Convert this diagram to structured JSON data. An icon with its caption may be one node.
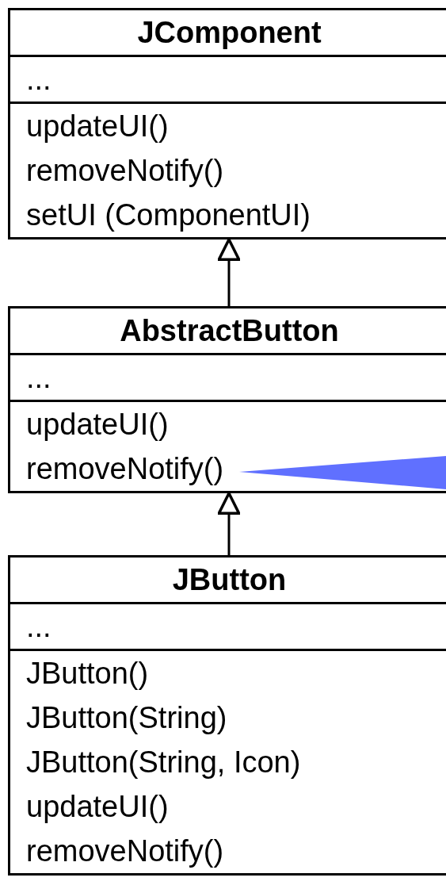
{
  "diagram": {
    "nodes": [
      {
        "text": [
          "JComponent",
          "...",
          "updateUI()",
          "removeNotify()",
          "setUI (ComponentUI)"
        ]
      },
      {
        "text": [
          "AbstractButton",
          "...",
          "updateUI()",
          "removeNotify()"
        ]
      },
      {
        "text": [
          "JButton",
          "...",
          "JButton()",
          "JButton(String)",
          "JButton(String, Icon)",
          "updateUI()",
          "removeNotify()"
        ]
      }
    ],
    "edges": [
      {
        "from": 1,
        "to": 0,
        "arrow": "to"
      },
      {
        "from": 2,
        "to": 1,
        "arrow": "to"
      },
      {
        "from": null,
        "to": 1,
        "arrow": "to",
        "color": "#6070ff"
      }
    ]
  }
}
